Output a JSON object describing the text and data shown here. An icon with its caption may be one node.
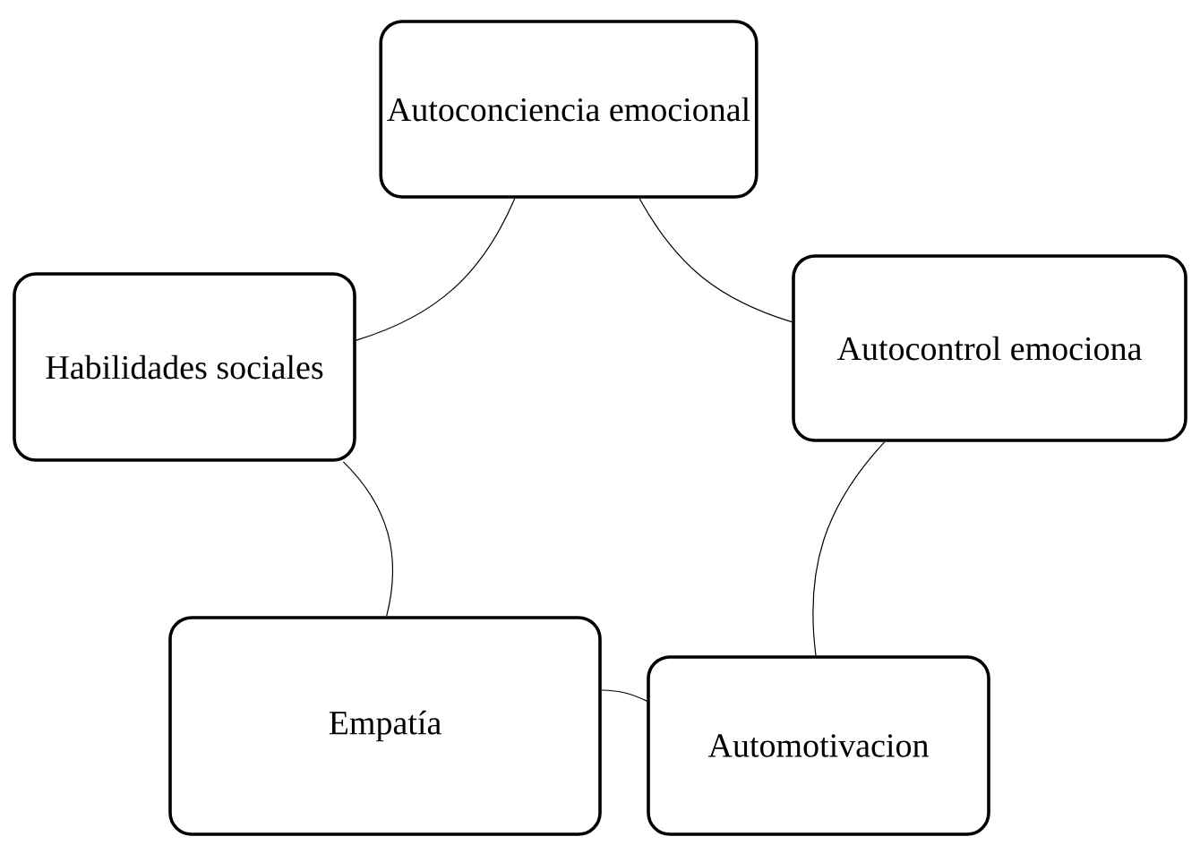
{
  "diagram": {
    "nodes": [
      {
        "text": [
          "Autoconciencia emocional"
        ]
      },
      {
        "text": [
          "Autocontrol emociona"
        ]
      },
      {
        "text": [
          "Automotivacion"
        ]
      },
      {
        "text": [
          "Empatía"
        ]
      },
      {
        "text": [
          "Habilidades sociales"
        ]
      }
    ],
    "edges": [
      {
        "from": 0,
        "to": 1,
        "arrow": "none"
      },
      {
        "from": 1,
        "to": 2,
        "arrow": "none"
      },
      {
        "from": 2,
        "to": 3,
        "arrow": "none"
      },
      {
        "from": 3,
        "to": 4,
        "arrow": "none"
      },
      {
        "from": 4,
        "to": 0,
        "arrow": "none"
      }
    ]
  }
}
